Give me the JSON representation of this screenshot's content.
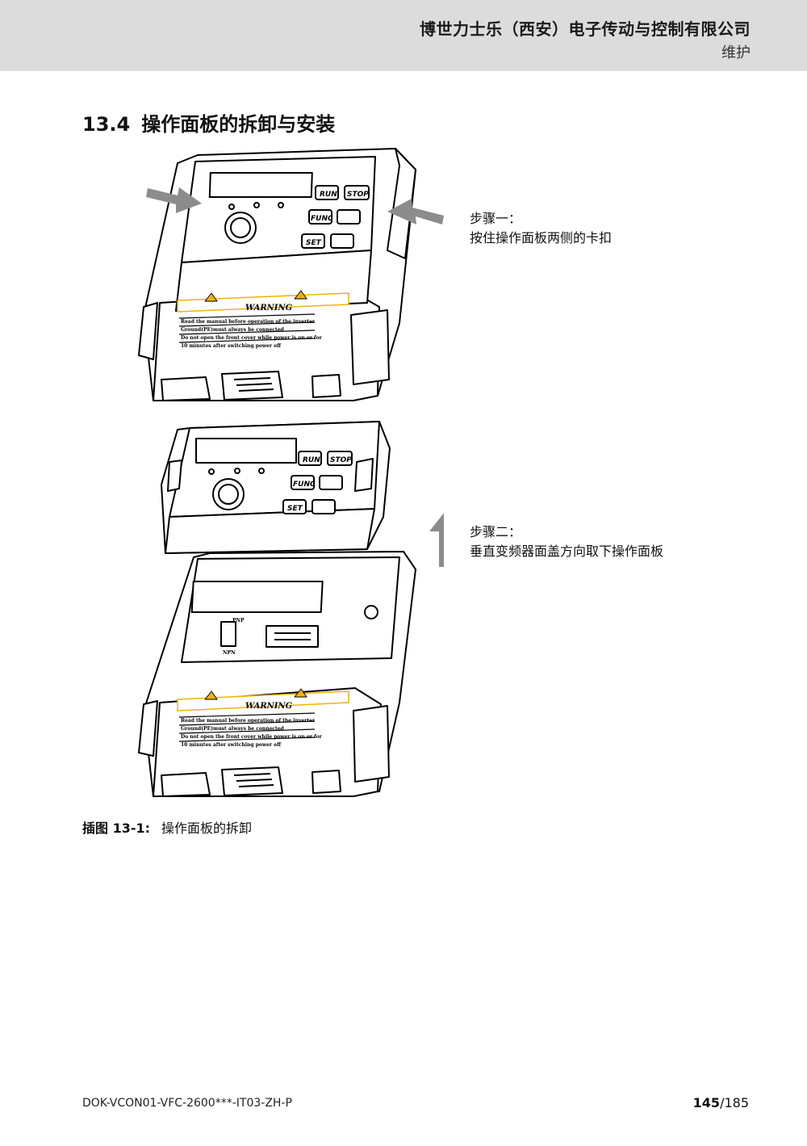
{
  "header": {
    "company": "博世力士乐（西安）电子传动与控制有限公司",
    "chapter": "维护"
  },
  "section": {
    "number": "13.4",
    "title": "操作面板的拆卸与安装"
  },
  "steps": [
    {
      "label": "步骤一：",
      "text": "按住操作面板两侧的卡扣"
    },
    {
      "label": "步骤二：",
      "text": "垂直变频器面盖方向取下操作面板"
    }
  ],
  "panel": {
    "buttons": [
      "RUN",
      "STOP",
      "FUNC",
      "SET"
    ],
    "warning_title": "WARNING",
    "warning_lines": [
      "Read the manual before operation of the inverter",
      "Ground(PE)must always be connected",
      "Do not open the front cover while power is on or for",
      "10 minutes after switching power off"
    ],
    "switch_top": "PNP",
    "switch_bottom": "NPN"
  },
  "colors": {
    "header_bg": "#dcdcdc",
    "arrow": "#8c8c8c",
    "warning": "#f0b400"
  },
  "caption": {
    "label": "插图 13-1:",
    "text": "操作面板的拆卸"
  },
  "footer": {
    "doc_code": "DOK-VCON01-VFC-2600***-IT03-ZH-P",
    "page_current": "145",
    "page_total": "/185"
  }
}
